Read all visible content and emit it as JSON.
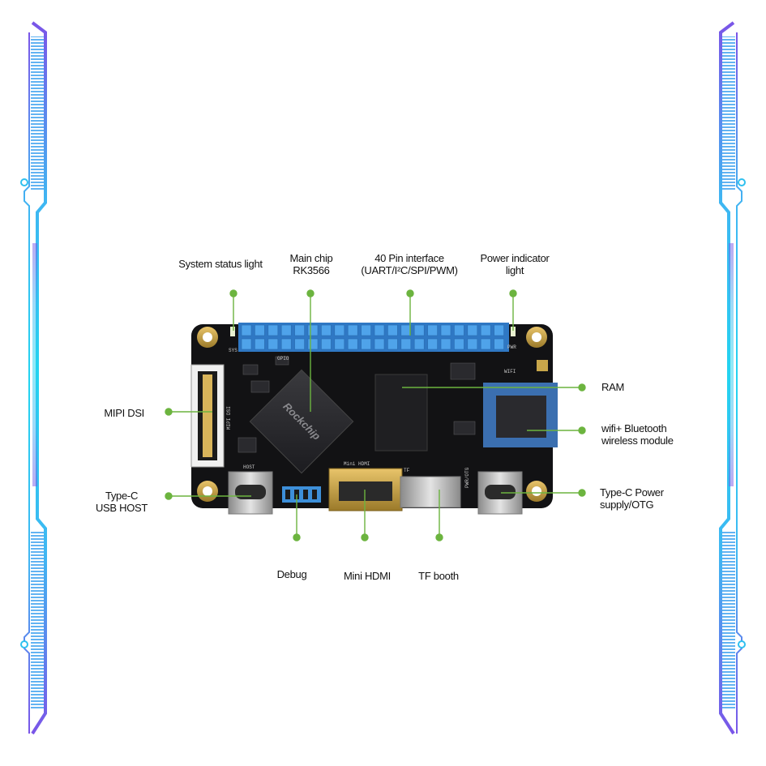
{
  "labels": {
    "system_status_light": "System status light",
    "main_chip_1": "Main chip",
    "main_chip_2": "RK3566",
    "pin_interface_1": "40 Pin interface",
    "pin_interface_2": "(UART/I²C/SPI/PWM)",
    "power_indicator_1": "Power  indicator",
    "power_indicator_2": "light",
    "ram": "RAM",
    "wifi_1": "wifi+ Bluetooth",
    "wifi_2": "wireless module",
    "mipi_dsi": "MIPI DSI",
    "type_c_host_1": "Type-C",
    "type_c_host_2": "USB HOST",
    "type_c_power_1": "Type-C Power",
    "type_c_power_2": "supply/OTG",
    "debug": "Debug",
    "mini_hdmi": "Mini HDMI",
    "tf_booth": "TF booth"
  },
  "board_text": {
    "sys": "SYS",
    "gpio": "GPIO",
    "pwr": "PWR",
    "wifi": "WIFI",
    "host": "HOST",
    "mini_hdmi": "Mini HDMI",
    "tf": "TF",
    "pwr_otg": "PWR/OTG",
    "mipi_dsi": "MIPI DSI",
    "rockchip": "Rockchip"
  },
  "colors": {
    "accent": "#6cb43f",
    "board": "#121214",
    "pin": "#3d8fd9",
    "frame_top": "#7a55e8",
    "frame_bottom": "#22d4f0"
  }
}
